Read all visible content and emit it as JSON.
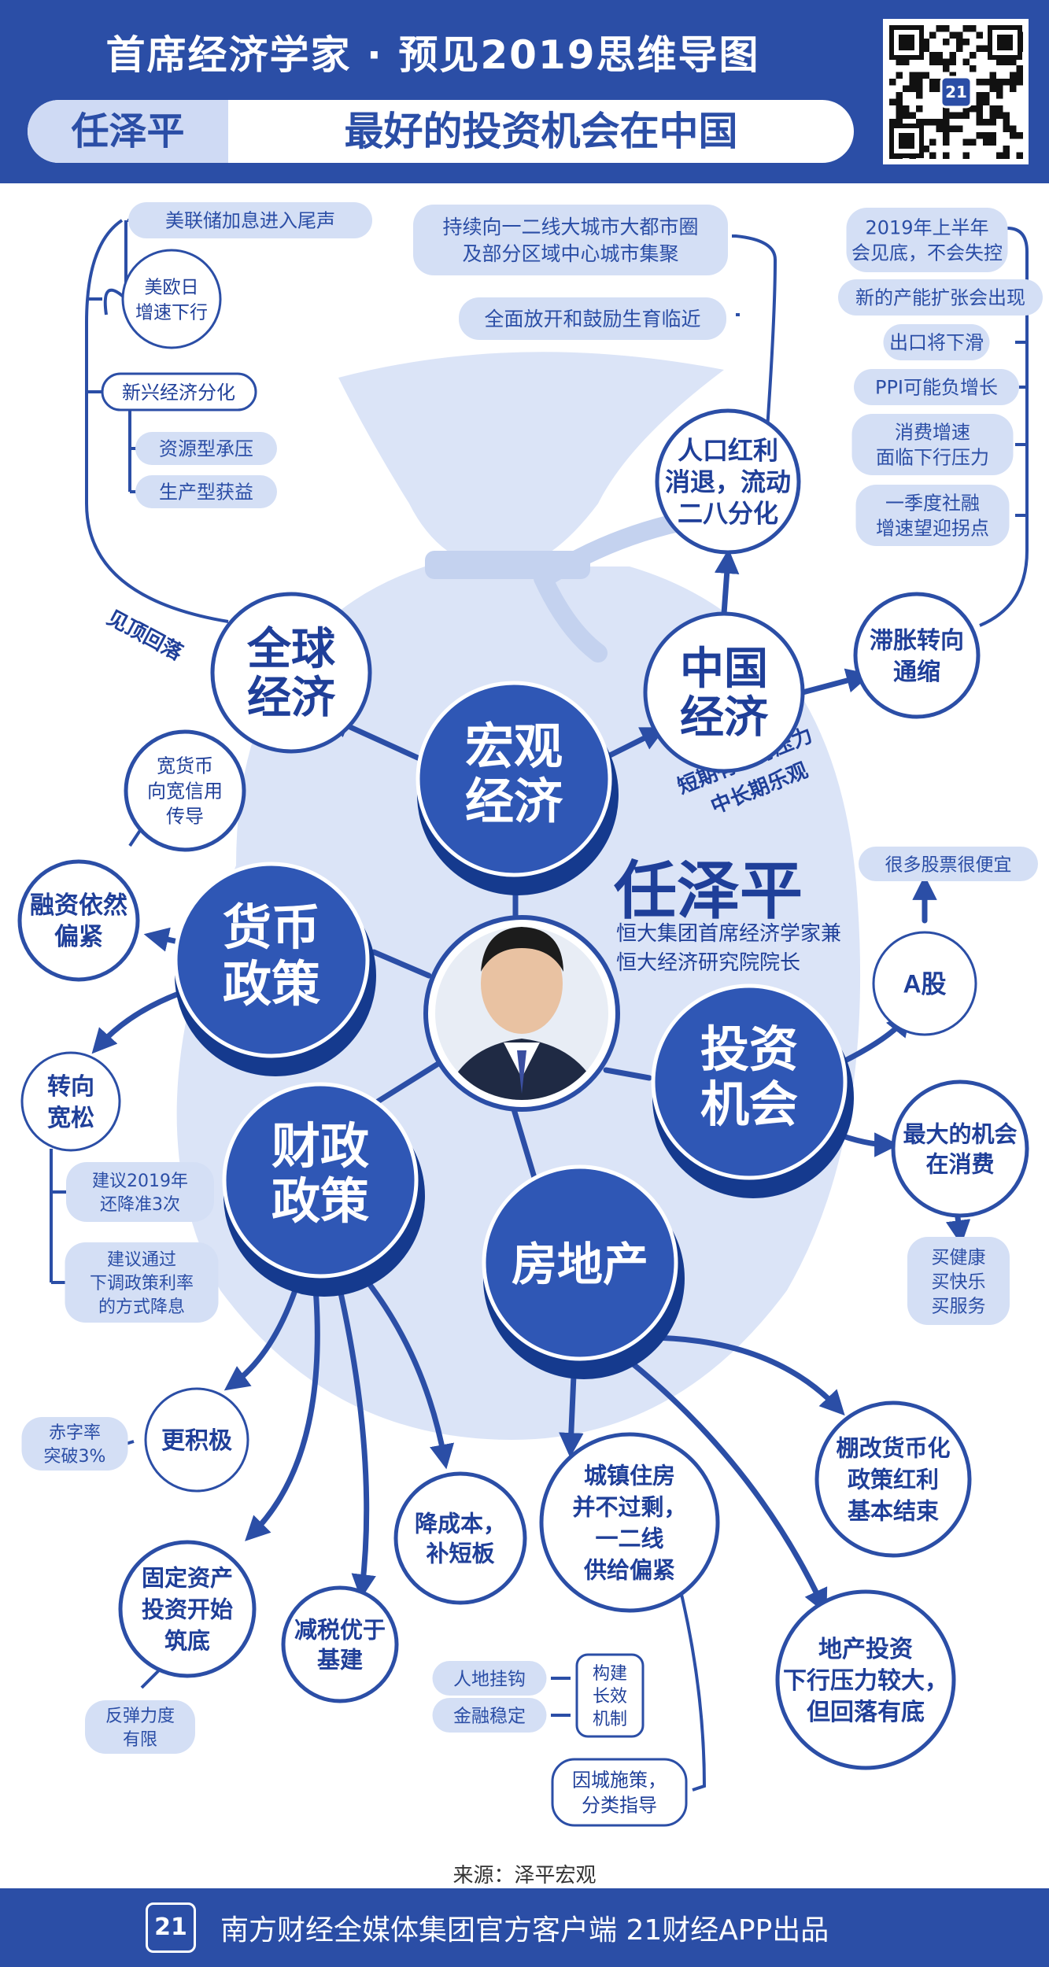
{
  "header": {
    "title": "首席经济学家 · 预见2019思维导图",
    "name_tag": "任泽平",
    "slogan": "最好的投资机会在中国"
  },
  "qr_logo": "21",
  "person": {
    "name": "任泽平",
    "title_line1": "恒大集团首席经济学家兼",
    "title_line2": "恒大经济研究院院长"
  },
  "hubs": {
    "macro": [
      "宏观",
      "经济"
    ],
    "monetary": [
      "货币",
      "政策"
    ],
    "fiscal": [
      "财政",
      "政策"
    ],
    "realestate": [
      "房地产"
    ],
    "invest": [
      "投资",
      "机会"
    ]
  },
  "nodes": {
    "global": [
      "全球",
      "经济"
    ],
    "china": [
      "中国",
      "经济"
    ],
    "population": [
      "人口红利",
      "消退，流动",
      "二八分化"
    ],
    "stagflation": [
      "滞胀转向",
      "通缩"
    ],
    "us_eu_jp": [
      "美欧日",
      "增速下行"
    ],
    "new_econ": [
      "新兴经济分化"
    ],
    "financing": [
      "融资依然",
      "偏紧"
    ],
    "broad_money": [
      "宽货币",
      "向宽信用",
      "传导"
    ],
    "turn_loose": [
      "转向",
      "宽松"
    ],
    "a_share": [
      "A股"
    ],
    "consumption": [
      "最大的机会",
      "在消费"
    ],
    "more_active": [
      "更积极"
    ],
    "fixed_asset": [
      "固定资产",
      "投资开始",
      "筑底"
    ],
    "tax_cut": [
      "减税优于",
      "基建"
    ],
    "cut_cost": [
      "降成本，",
      "补短板"
    ],
    "housing": [
      "城镇住房",
      "并不过剩，",
      "一二线",
      "供给偏紧"
    ],
    "shantytown": [
      "棚改货币化",
      "政策红利",
      "基本结束"
    ],
    "property_invest": [
      "地产投资",
      "下行压力较大，",
      "但回落有底"
    ],
    "long_term": [
      "构建",
      "长效",
      "机制"
    ],
    "city_policy": [
      "因城施策，",
      "分类指导"
    ]
  },
  "pills": {
    "fed": [
      "美联储加息进入尾声"
    ],
    "resource": [
      "资源型承压"
    ],
    "production": [
      "生产型获益"
    ],
    "big_city": [
      "持续向一二线大城市大都市圈",
      "及部分区域中心城市集聚"
    ],
    "birth": [
      "全面放开和鼓励生育临近"
    ],
    "h1_2019": [
      "2019年上半年",
      "会见底，不会失控"
    ],
    "capacity": [
      "新的产能扩张会出现"
    ],
    "export": [
      "出口将下滑"
    ],
    "ppi": [
      "PPI可能负增长"
    ],
    "consume_growth": [
      "消费增速",
      "面临下行压力"
    ],
    "social_finance": [
      "一季度社融",
      "增速望迎拐点"
    ],
    "cheap_stocks": [
      "很多股票很便宜"
    ],
    "buy_health": [
      "买健康",
      "买快乐",
      "买服务"
    ],
    "rrr_cut": [
      "建议2019年",
      "还降准3次"
    ],
    "rate_cut": [
      "建议通过",
      "下调政策利率",
      "的方式降息"
    ],
    "deficit": [
      "赤字率",
      "突破3%"
    ],
    "rebound": [
      "反弹力度",
      "有限"
    ],
    "land_link": [
      "人地挂钩"
    ],
    "finance_stable": [
      "金融稳定"
    ]
  },
  "edge_labels": {
    "peaked": "见顶回落",
    "short_term": "短期有下行压力",
    "mid_long": "中长期乐观"
  },
  "source": "来源：泽平宏观",
  "footer": {
    "logo": "21",
    "text": "南方财经全媒体集团官方客户端    21财经APP出品"
  },
  "colors": {
    "primary": "#2b4ea6",
    "dark": "#1f3f99",
    "bag": "#dbe4f7",
    "pill": "#d4dff5"
  }
}
